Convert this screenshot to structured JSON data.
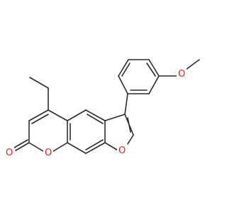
{
  "molecule": {
    "atom_labels": {
      "carbonyl_oxygen": "O",
      "ring_oxygen": "O",
      "furan_oxygen": "O",
      "methoxy_oxygen": "O"
    },
    "colors": {
      "bond": "#2b2b2b",
      "oxygen": "#e8201c",
      "background": "#ffffff"
    }
  }
}
